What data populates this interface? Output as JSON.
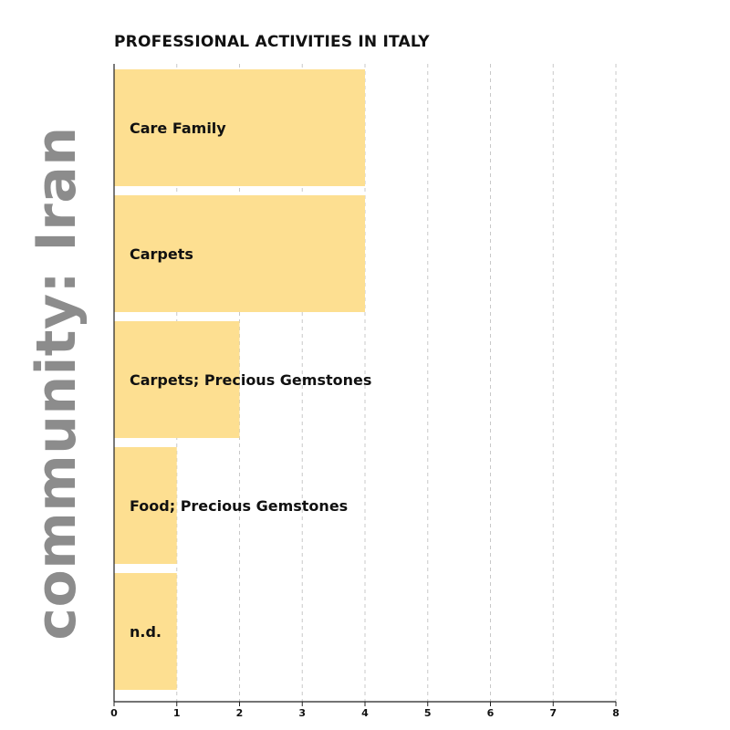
{
  "side_label": "community: Iran",
  "colors": {
    "bar": "#fddf91",
    "axis": "#222222",
    "grid": "#c8c8c8",
    "side_label": "#8c8c8c"
  },
  "chart_data": {
    "type": "bar",
    "orientation": "horizontal",
    "title": "PROFESSIONAL ACTIVITIES IN ITALY",
    "categories": [
      "Care Family",
      "Carpets",
      "Carpets; Precious Gemstones",
      "Food; Precious Gemstones",
      "n.d."
    ],
    "values": [
      4,
      4,
      2,
      1,
      1
    ],
    "xlim": [
      0,
      8
    ],
    "x_ticks": [
      "0",
      "1",
      "2",
      "3",
      "4",
      "5",
      "6",
      "7",
      "8"
    ],
    "grid": "vertical dashed",
    "xlabel": "",
    "ylabel": ""
  }
}
